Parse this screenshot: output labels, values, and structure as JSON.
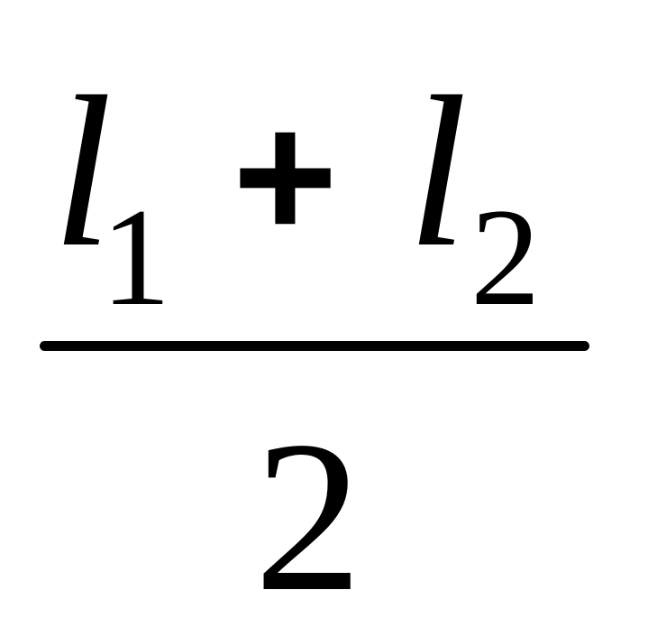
{
  "formula": {
    "numerator": {
      "term1": {
        "var": "l",
        "sub": "1"
      },
      "operator": "+",
      "term2": {
        "var": "l",
        "sub": "2"
      }
    },
    "denominator": "2"
  }
}
